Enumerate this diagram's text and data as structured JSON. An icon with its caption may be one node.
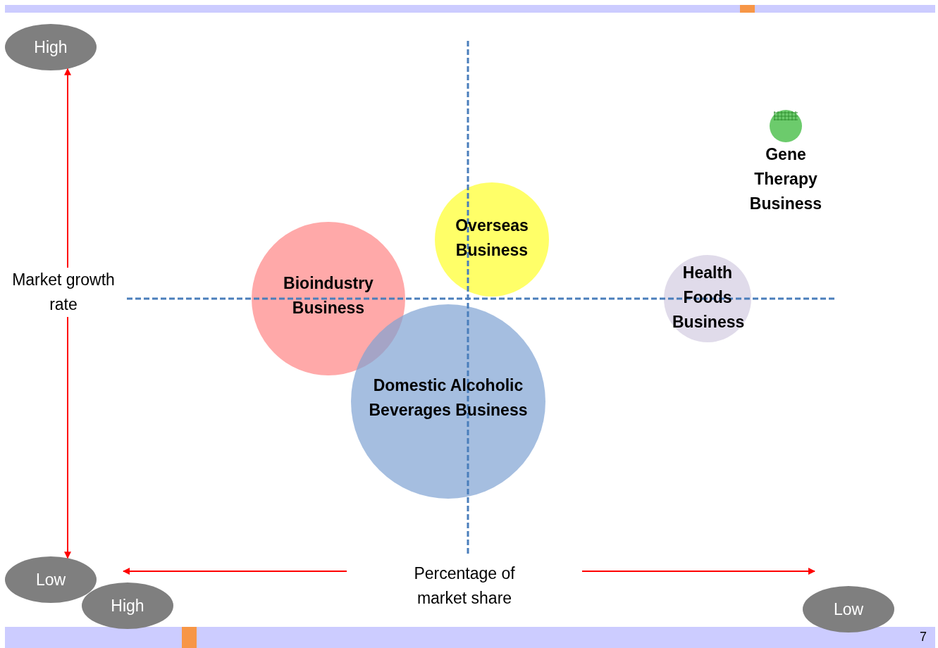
{
  "diagram": {
    "nodes": [
      {
        "text": [
          "High"
        ]
      },
      {
        "text": [
          "Market growth rate"
        ]
      },
      {
        "text": [
          "Low"
        ]
      },
      {
        "text": [
          "Gene Therapy Business"
        ]
      },
      {
        "text": [
          "Overseas Business"
        ]
      },
      {
        "text": [
          "Bioindustry Business"
        ]
      },
      {
        "text": [
          "Health Foods Business"
        ]
      },
      {
        "text": [
          "Domestic Alcoholic Beverages Business"
        ]
      },
      {
        "text": [
          "High"
        ]
      },
      {
        "text": [
          "Percentage of market share"
        ]
      },
      {
        "text": [
          "Low"
        ]
      }
    ],
    "edges": [
      {
        "from": 1,
        "to": 0,
        "arrow": "to"
      },
      {
        "from": 1,
        "to": 2,
        "arrow": "to"
      },
      {
        "from": 9,
        "to": 8,
        "arrow": "to"
      },
      {
        "from": 9,
        "to": 10,
        "arrow": "to"
      }
    ],
    "labels": [
      "7"
    ]
  }
}
